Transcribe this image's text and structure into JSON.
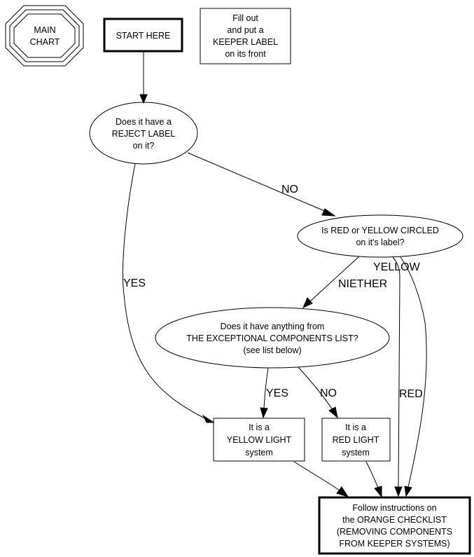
{
  "diagram": {
    "type": "flowchart",
    "nodes": [
      {
        "id": "main_chart",
        "shape": "tripleoctagon",
        "lines": [
          "MAIN",
          "CHART"
        ]
      },
      {
        "id": "start",
        "shape": "box-bold",
        "lines": [
          "START HERE"
        ]
      },
      {
        "id": "fill_out",
        "shape": "box",
        "lines": [
          "Fill out",
          "and put a",
          "KEEPER LABEL",
          "on its front"
        ]
      },
      {
        "id": "reject_q",
        "shape": "ellipse",
        "lines": [
          "Does it have a",
          "REJECT LABEL",
          "on it?"
        ]
      },
      {
        "id": "circled_q",
        "shape": "ellipse",
        "lines": [
          "Is RED or YELLOW CIRCLED",
          "on it's label?"
        ]
      },
      {
        "id": "exceptional_q",
        "shape": "ellipse",
        "lines": [
          "Does it have anything from",
          "THE EXCEPTIONAL COMPONENTS LIST?",
          "(see list below)"
        ]
      },
      {
        "id": "yellow_light",
        "shape": "box",
        "lines": [
          "It is a",
          "YELLOW LIGHT",
          "system"
        ]
      },
      {
        "id": "red_light",
        "shape": "box",
        "lines": [
          "It is a",
          "RED LIGHT",
          "system"
        ]
      },
      {
        "id": "orange",
        "shape": "box-bold",
        "lines": [
          "Follow instructions on",
          "the ORANGE CHECKLIST",
          "(REMOVING COMPONENTS",
          "FROM KEEPER SYSTEMS)"
        ]
      }
    ],
    "edges": [
      {
        "from": "start",
        "to": "reject_q",
        "label": ""
      },
      {
        "from": "reject_q",
        "to": "circled_q",
        "label": "NO"
      },
      {
        "from": "reject_q",
        "to": "yellow_light",
        "label": "YES"
      },
      {
        "from": "circled_q",
        "to": "exceptional_q",
        "label": "NIETHER"
      },
      {
        "from": "circled_q",
        "to": "orange",
        "label": "RED"
      },
      {
        "from": "circled_q",
        "to": "orange",
        "label": "YELLOW"
      },
      {
        "from": "exceptional_q",
        "to": "yellow_light",
        "label": "YES"
      },
      {
        "from": "exceptional_q",
        "to": "red_light",
        "label": "NO"
      },
      {
        "from": "yellow_light",
        "to": "orange",
        "label": ""
      },
      {
        "from": "red_light",
        "to": "orange",
        "label": ""
      }
    ]
  }
}
